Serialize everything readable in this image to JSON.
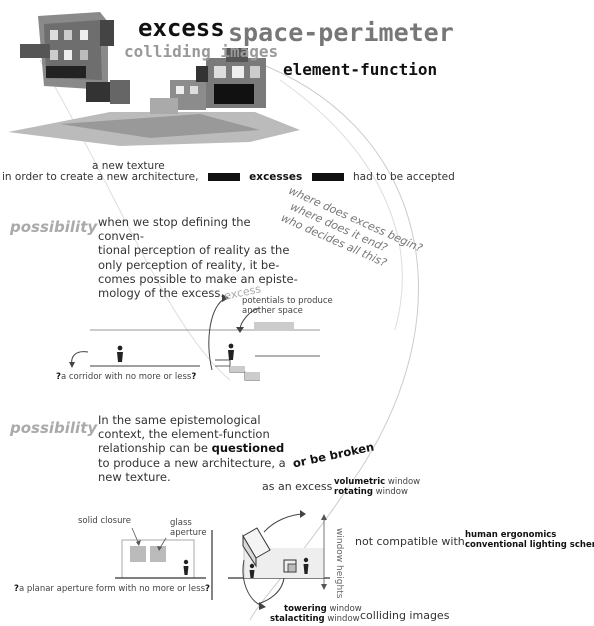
{
  "title": {
    "excess": "excess",
    "space_perimeter": "space-perimeter",
    "colliding_images": "colliding images",
    "element_function": "element-function"
  },
  "texture": {
    "line1": "a new texture",
    "line2_start": "in order to create a new architecture,",
    "excesses": "excesses",
    "line2_end": "had to be accepted"
  },
  "questions": {
    "q1": "where does excess begin?",
    "q2": "where does it end?",
    "q3": "who decides all this?"
  },
  "section1": {
    "label": "possibility",
    "paragraph_lines": [
      "when we stop defining the conven-",
      "tional perception of reality as the",
      "only perception of reality, it be-",
      "comes possible to make an episte-",
      "mology of the excess."
    ]
  },
  "diagram1": {
    "excess_label": "excess",
    "potentials_line1": "potentials to produce",
    "potentials_line2": "another space",
    "corridor_prefix": "?",
    "corridor_text": "a corridor with no more or less",
    "corridor_suffix": "?"
  },
  "section2": {
    "label": "possibility",
    "line1": "In the same epistemological",
    "line2": "context, the element-function",
    "line3": "relationship can be",
    "line4_bold": "questioned",
    "line5": "to produce a new architecture, a",
    "line6": "new texture.",
    "or_be_broken": "or be broken"
  },
  "excess_window": {
    "as_an_excess": "as an excess",
    "volumetric": "volumetric",
    "rotating": "rotating",
    "window": "window"
  },
  "diagram2": {
    "solid_closure": "solid closure",
    "glass": "glass",
    "aperture": "aperture",
    "planar_prefix": "?",
    "planar_text": "a planar aperture form with no more or less",
    "planar_suffix": "?"
  },
  "diagram3": {
    "window_heights": "window heights",
    "towering": "towering",
    "stalactiting": "stalactiting",
    "window": "window",
    "colliding_images": "colliding images"
  },
  "compat": {
    "not_compatible": "not compatible with",
    "human_ergonomics": "human ergonomics",
    "conventional_lighting": "conventional lighting scheme"
  }
}
